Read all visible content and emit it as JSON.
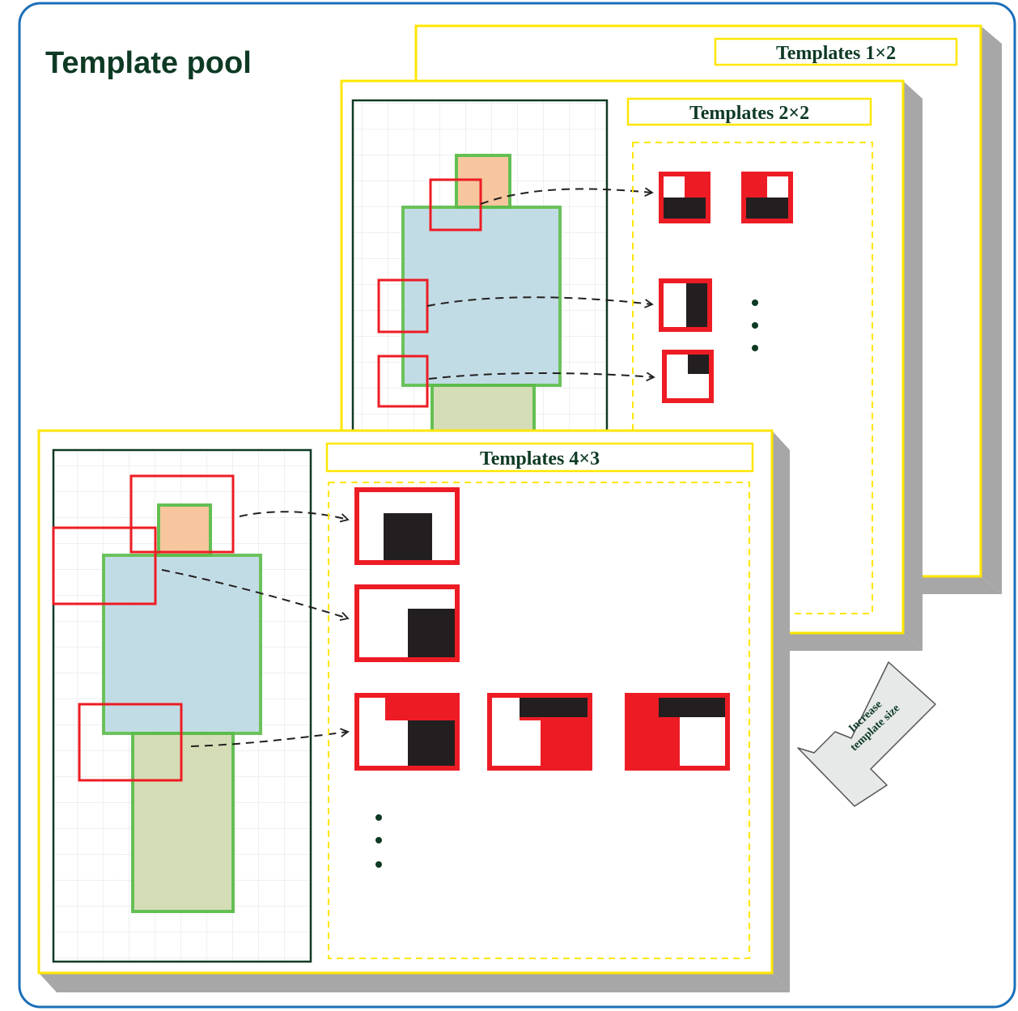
{
  "title": "Template pool",
  "panels": {
    "templates_1x2": "Templates 1×2",
    "templates_2x2": "Templates 2×2",
    "templates_4x3": "Templates 4×3"
  },
  "arrow_label": [
    "Increase",
    "template size"
  ],
  "colors": {
    "frame_border": "#1b6fb8",
    "panel_border": "#ffe600",
    "panel_shadow": "#a7a7a7",
    "title_text": "#0e3a24",
    "label_text": "#0e3a24",
    "body_fill": "#bcd9e3",
    "head_fill": "#f7c49a",
    "legs_fill": "#d3dcb4",
    "body_outline": "#5cbc4a",
    "window_red": "#ed1c24",
    "template_black": "#231f20",
    "grid_line": "#dde1e4",
    "arrow_fill": "#e7e9e9"
  }
}
